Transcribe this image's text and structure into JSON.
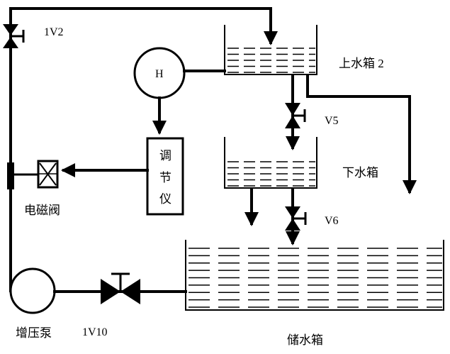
{
  "labels": {
    "valve_1v2": "1V2",
    "level_sensor": "H",
    "upper_tank": "上水箱 2",
    "valve_v5": "V5",
    "lower_tank": "下水箱",
    "valve_v6": "V6",
    "controller": [
      "调",
      "节",
      "仪"
    ],
    "solenoid_valve": "电磁阀",
    "pump": "增压泵",
    "valve_1v10": "1V10",
    "storage_tank": "储水箱"
  },
  "colors": {
    "line": "#000000",
    "background": "#ffffff"
  }
}
